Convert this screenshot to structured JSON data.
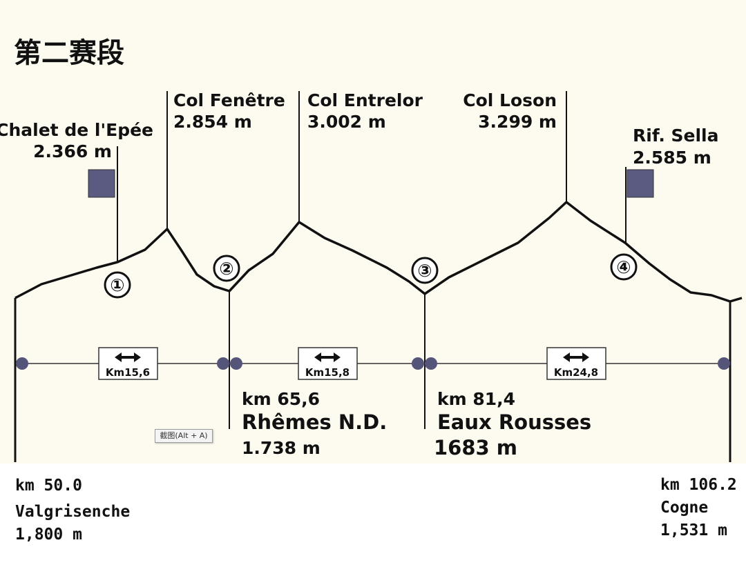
{
  "title": "第二赛段",
  "colors": {
    "background": "#fdfaf0",
    "flag": "#5b5b82",
    "marker": "#55557a",
    "line": "#111111"
  },
  "peaks": [
    {
      "name": "Chalet de l'Epée",
      "elevation": "2.366 m"
    },
    {
      "name": "Col Fenêtre",
      "elevation": "2.854 m"
    },
    {
      "name": "Col Entrelor",
      "elevation": "3.002 m"
    },
    {
      "name": "Col Loson",
      "elevation": "3.299 m"
    },
    {
      "name": "Rif. Sella",
      "elevation": "2.585 m"
    }
  ],
  "checkpoints": [
    "①",
    "②",
    "③",
    "④"
  ],
  "segments": [
    {
      "icon": "double-arrow-icon",
      "label": "Km15,6"
    },
    {
      "icon": "double-arrow-icon",
      "label": "Km15,8"
    },
    {
      "icon": "double-arrow-icon",
      "label": "Km24,8"
    }
  ],
  "towns": [
    {
      "km": "km 65,6",
      "name": "Rhêmes N.D.",
      "elevation": "1.738 m"
    },
    {
      "km": "km 81,4",
      "name": "Eaux Rousses",
      "elevation": "1683 m"
    }
  ],
  "start": {
    "km": "km 50.0",
    "name": "Valgrisenche",
    "elevation": "1,800 m"
  },
  "finish": {
    "km": "km 106.2",
    "name": "Cogne",
    "elevation": "1,531 m"
  },
  "tooltip": "截图(Alt + A)"
}
